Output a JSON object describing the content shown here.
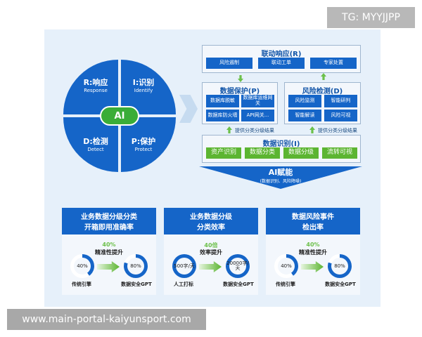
{
  "overlay": {
    "tg": "TG: MYYJJPP",
    "watermark": "www.main-portal-kaiyunsport.com"
  },
  "cycle": {
    "center": "AI",
    "quadrants": [
      {
        "title": "R:响应",
        "sub": "Response"
      },
      {
        "title": "I:识别",
        "sub": "Identify"
      },
      {
        "title": "D:检测",
        "sub": "Detect"
      },
      {
        "title": "P:保护",
        "sub": "Protect"
      }
    ]
  },
  "respond": {
    "title": "联动响应(R)",
    "items": [
      "风险遏制",
      "联动工单",
      "专家处置"
    ]
  },
  "protect": {
    "title": "数据保护(P)",
    "items": [
      "数据库脱敏",
      "数据库运维网关",
      "数据库防火墙",
      "API网关..."
    ]
  },
  "detect": {
    "title": "风险检测(D)",
    "items": [
      "风险监测",
      "智能研判",
      "智能解读",
      "风险可视"
    ]
  },
  "notes": [
    "提供分类分级结果",
    "提供分类分级结果"
  ],
  "identify": {
    "title": "数据识别(I)",
    "items": [
      "资产识别",
      "数据分类",
      "数据分级",
      "流转可视"
    ]
  },
  "ai_empower": {
    "title": "AI赋能",
    "sub": "(数据识别、风险降噪)"
  },
  "cards": [
    {
      "title1": "业务数据分级分类",
      "title2": "开箱即用准确率",
      "gain": "40%",
      "gain_label": "精准性提升",
      "before": "40%",
      "after": "80%",
      "before_fill": 0.4,
      "after_fill": 0.8,
      "before_label": "传统引擎",
      "after_label": "数据安全GPT"
    },
    {
      "title1": "业务数据分级",
      "title2": "分类效率",
      "gain": "40倍",
      "gain_label": "效率提升",
      "before": "500字/天",
      "after": "20000字/天",
      "before_fill": 1,
      "after_fill": 1,
      "before_label": "人工打标",
      "after_label": "数据安全GPT"
    },
    {
      "title1": "数据风险事件",
      "title2": "检出率",
      "gain": "40%",
      "gain_label": "精准性提升",
      "before": "40%",
      "after": "80%",
      "before_fill": 0.4,
      "after_fill": 0.8,
      "before_label": "传统引擎",
      "after_label": "数据安全GPT"
    }
  ],
  "colors": {
    "blue": "#1565c8",
    "green": "#5cb531",
    "panel": "#e6f0fa"
  }
}
